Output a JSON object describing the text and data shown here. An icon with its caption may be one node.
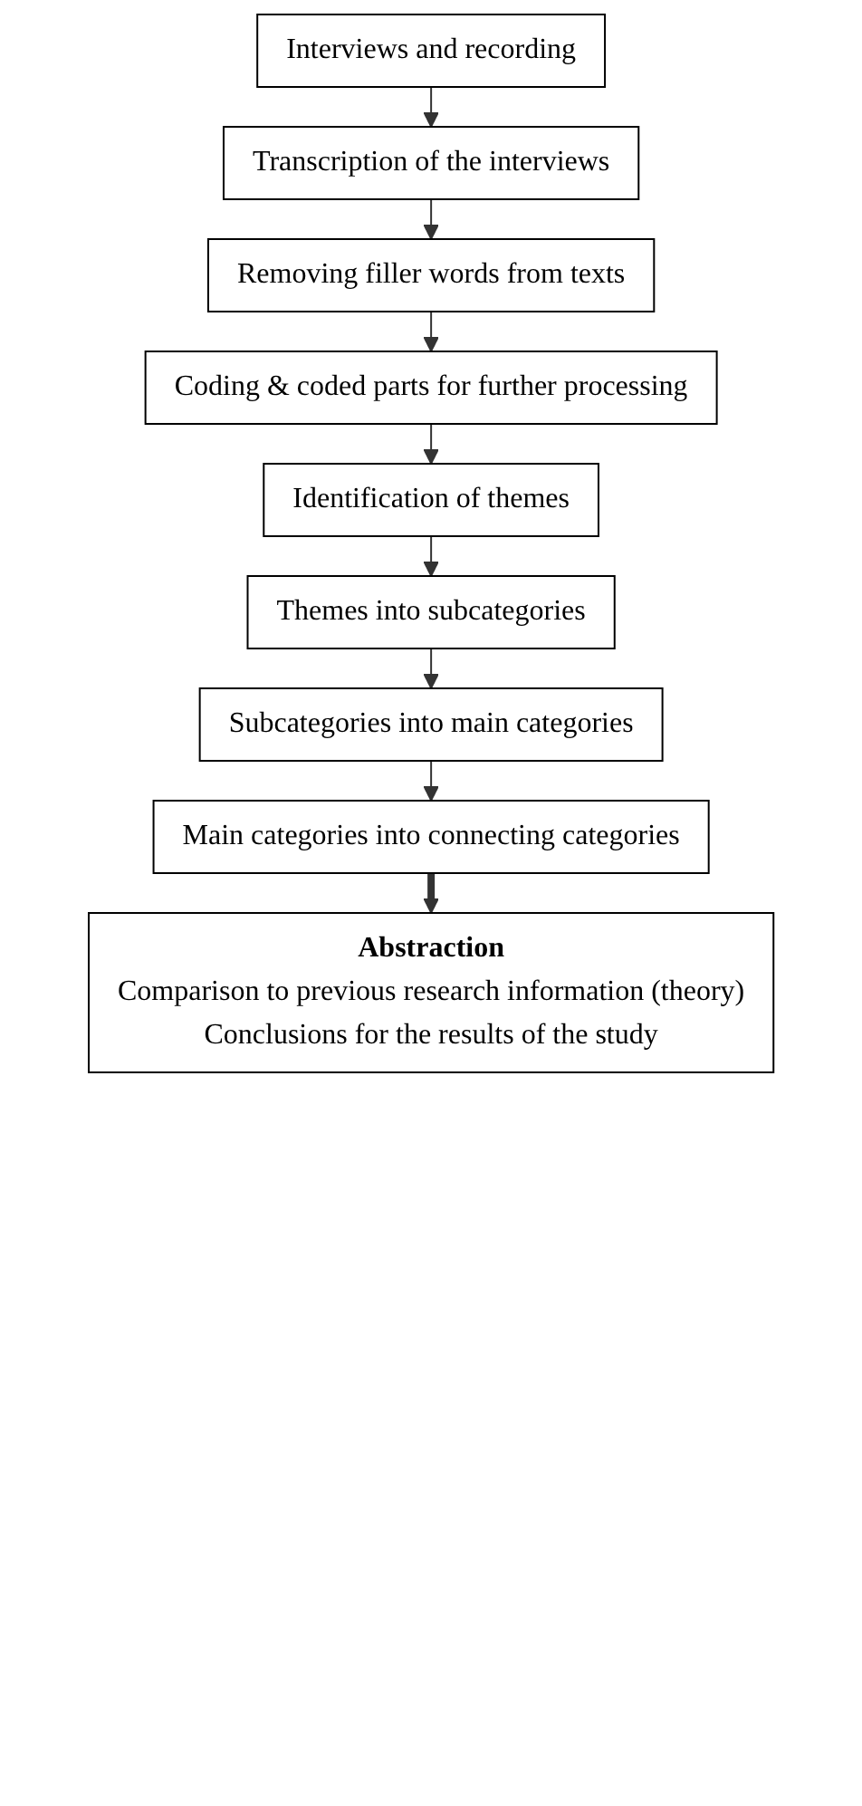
{
  "diagram": {
    "nodes": [
      {
        "text": [
          "Interviews and recording"
        ]
      },
      {
        "text": [
          "Transcription of the interviews"
        ]
      },
      {
        "text": [
          "Removing filler words from texts"
        ]
      },
      {
        "text": [
          "Coding & coded parts for further processing"
        ]
      },
      {
        "text": [
          "Identification of themes"
        ]
      },
      {
        "text": [
          "Themes into subcategories"
        ]
      },
      {
        "text": [
          "Subcategories into main categories"
        ]
      },
      {
        "text": [
          "Main categories into connecting categories"
        ]
      },
      {
        "text": [
          "Abstraction",
          "Comparison to previous research information (theory)",
          "Conclusions for the results of the study"
        ]
      }
    ],
    "edges": [
      {
        "from": 0,
        "to": 1,
        "arrow": "to"
      },
      {
        "from": 1,
        "to": 2,
        "arrow": "to"
      },
      {
        "from": 2,
        "to": 3,
        "arrow": "to"
      },
      {
        "from": 3,
        "to": 4,
        "arrow": "to"
      },
      {
        "from": 4,
        "to": 5,
        "arrow": "to"
      },
      {
        "from": 5,
        "to": 6,
        "arrow": "to"
      },
      {
        "from": 6,
        "to": 7,
        "arrow": "to"
      },
      {
        "from": 7,
        "to": 8,
        "arrow": "to",
        "style": "thick"
      }
    ]
  }
}
